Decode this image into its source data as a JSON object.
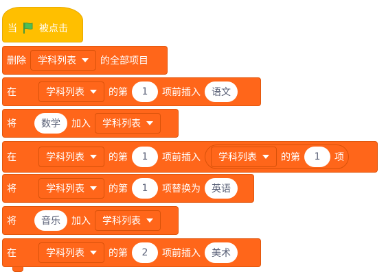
{
  "hat": {
    "when": "当",
    "clicked": "被点击"
  },
  "blocks": [
    {
      "verb": "删除",
      "list": "学科列表",
      "tail": "的全部项目"
    },
    {
      "verb": "在",
      "list": "学科列表",
      "of": "的第",
      "index": "1",
      "action": "项前插入",
      "value": "语文"
    },
    {
      "verb": "将",
      "value": "数学",
      "add": "加入",
      "list": "学科列表"
    },
    {
      "verb": "在",
      "list": "学科列表",
      "of": "的第",
      "index": "1",
      "action": "项前插入",
      "reporter": {
        "list": "学科列表",
        "of": "的第",
        "index": "1",
        "item": "项"
      }
    },
    {
      "verb": "将",
      "list": "学科列表",
      "of": "的第",
      "index": "1",
      "action": "项替换为",
      "value": "英语"
    },
    {
      "verb": "将",
      "value": "音乐",
      "add": "加入",
      "list": "学科列表"
    },
    {
      "verb": "在",
      "list": "学科列表",
      "of": "的第",
      "index": "2",
      "action": "项前插入",
      "value": "美术"
    }
  ],
  "colors": {
    "event": "#ffbf00",
    "list": "#ff661a",
    "flag": "#4cbf56"
  },
  "icons": {
    "flag": "green-flag-icon",
    "dropdown": "dropdown-caret-icon"
  }
}
